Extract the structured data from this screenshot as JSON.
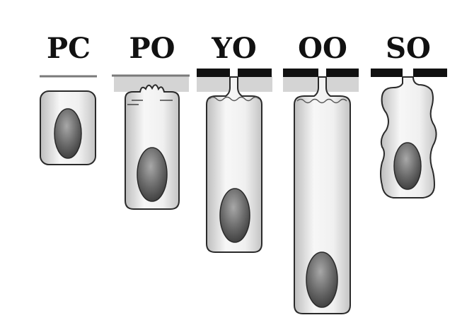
{
  "diagram": {
    "stages": [
      {
        "id": "pc",
        "label": "PC"
      },
      {
        "id": "po",
        "label": "PO"
      },
      {
        "id": "yo",
        "label": "YO"
      },
      {
        "id": "oo",
        "label": "OO"
      },
      {
        "id": "so",
        "label": "SO"
      }
    ],
    "colors": {
      "outline": "#2a2a2a",
      "cell_fill": "#f2f2f2",
      "cell_shade": "#c8c8c8",
      "nucleus_dark": "#3a3a3a",
      "nucleus_light": "#9a9a9a",
      "surface_band": "#d4d4d4",
      "junction_bar": "#111111",
      "surface_line": "#7a7a7a"
    }
  }
}
